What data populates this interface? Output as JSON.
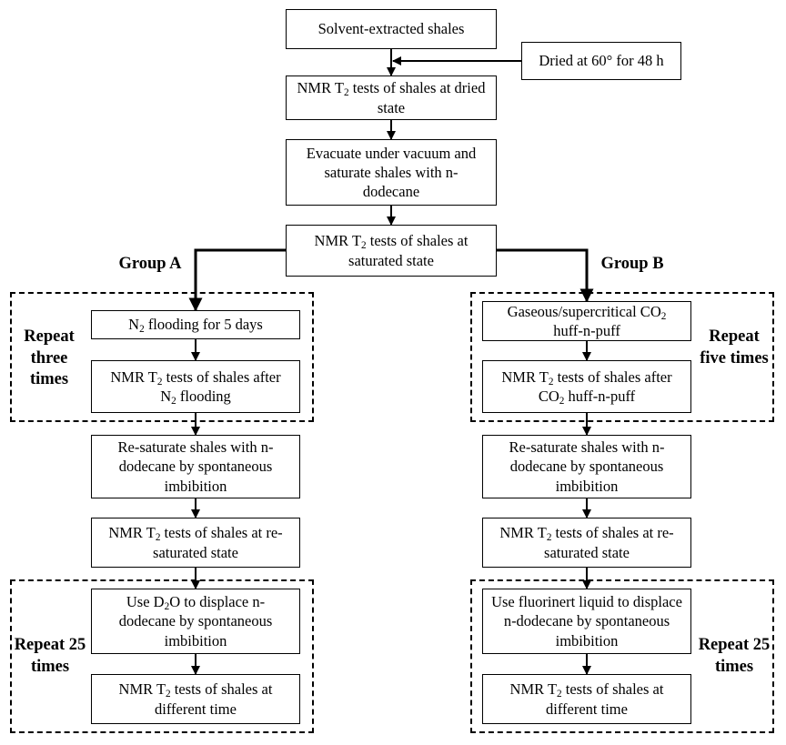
{
  "nodes": {
    "solvent": {
      "text": "Solvent-extracted shales"
    },
    "dried_cond": {
      "text": "Dried at 60° for 48 h"
    },
    "nmr_dried": {
      "pre": "NMR T",
      "sub": "2",
      "post": " tests of shales at dried state"
    },
    "evacuate": {
      "text": "Evacuate under vacuum and saturate shales with n-dodecane"
    },
    "nmr_saturated": {
      "pre": "NMR T",
      "sub": "2",
      "post": " tests of shales at saturated state"
    },
    "a_flood": {
      "pre": "N",
      "sub": "2",
      "post": " flooding for 5 days"
    },
    "a_nmr_after": {
      "pre": "NMR T",
      "sub": "2",
      "post": " tests of shales after N",
      "sub2": "2",
      "post2": " flooding"
    },
    "a_resat": {
      "text": "Re-saturate shales with n-dodecane by spontaneous imbibition"
    },
    "a_nmr_resat": {
      "pre": "NMR T",
      "sub": "2",
      "post": " tests of shales at re-saturated state"
    },
    "a_d2o": {
      "pre": "Use D",
      "sub": "2",
      "post": "O to displace n-dodecane by spontaneous imbibition"
    },
    "a_nmr_time": {
      "pre": "NMR T",
      "sub": "2",
      "post": " tests of shales at different time"
    },
    "b_huff": {
      "pre": "Gaseous/supercritical CO",
      "sub": "2",
      "post": " huff-n-puff"
    },
    "b_nmr_after": {
      "pre": "NMR T",
      "sub": "2",
      "post": " tests of shales after CO",
      "sub2": "2",
      "post2": " huff-n-puff"
    },
    "b_resat": {
      "text": "Re-saturate shales with n-dodecane by spontaneous imbibition"
    },
    "b_nmr_resat": {
      "pre": "NMR T",
      "sub": "2",
      "post": " tests of shales at re-saturated state"
    },
    "b_fluor": {
      "text": "Use fluorinert liquid to displace n-dodecane by spontaneous imbibition"
    },
    "b_nmr_time": {
      "pre": "NMR T",
      "sub": "2",
      "post": " tests of shales at different time"
    }
  },
  "labels": {
    "group_a": "Group A",
    "group_b": "Group B",
    "repeat_three": "Repeat three times",
    "repeat_five": "Repeat five times",
    "repeat_25_a": "Repeat 25 times",
    "repeat_25_b": "Repeat 25 times"
  }
}
